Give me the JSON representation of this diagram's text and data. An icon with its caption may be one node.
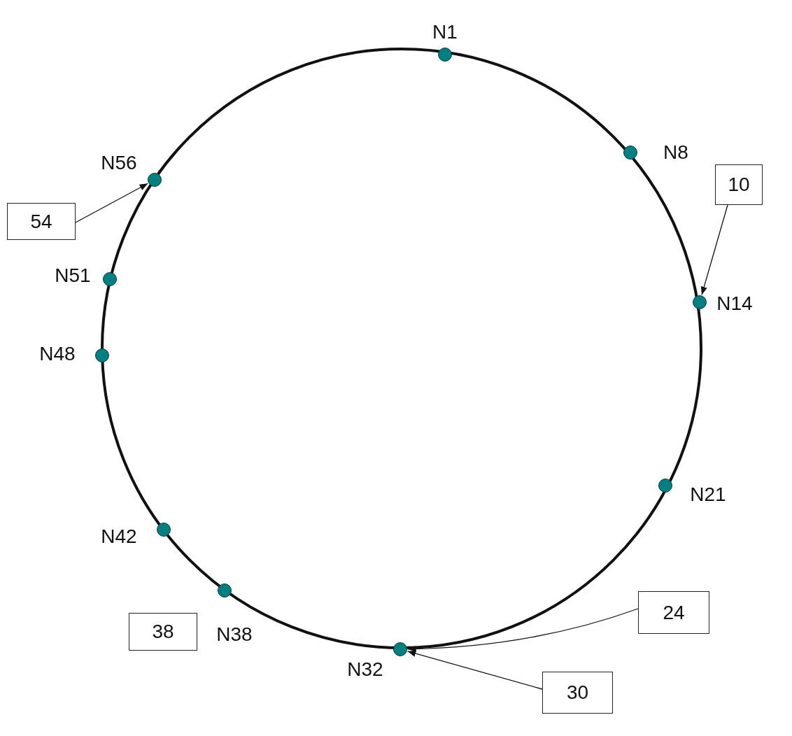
{
  "diagram": {
    "nodes": [
      {
        "text": [
          "N1"
        ]
      },
      {
        "text": [
          "N8"
        ]
      },
      {
        "text": [
          "N14"
        ]
      },
      {
        "text": [
          "N21"
        ]
      },
      {
        "text": [
          "N32"
        ]
      },
      {
        "text": [
          "N38"
        ]
      },
      {
        "text": [
          "N42"
        ]
      },
      {
        "text": [
          "N48"
        ]
      },
      {
        "text": [
          "N51"
        ]
      },
      {
        "text": [
          "N56"
        ]
      },
      {
        "text": [
          "10"
        ]
      },
      {
        "text": [
          "24"
        ]
      },
      {
        "text": [
          "30"
        ]
      },
      {
        "text": [
          "38"
        ]
      },
      {
        "text": [
          "54"
        ]
      }
    ],
    "edges": [
      {
        "from": 14,
        "to": 9,
        "arrow": "to"
      },
      {
        "from": 10,
        "to": 2,
        "arrow": "to"
      },
      {
        "from": 11,
        "to": 4,
        "arrow": "to"
      },
      {
        "from": 12,
        "to": 4,
        "arrow": "to"
      }
    ]
  }
}
